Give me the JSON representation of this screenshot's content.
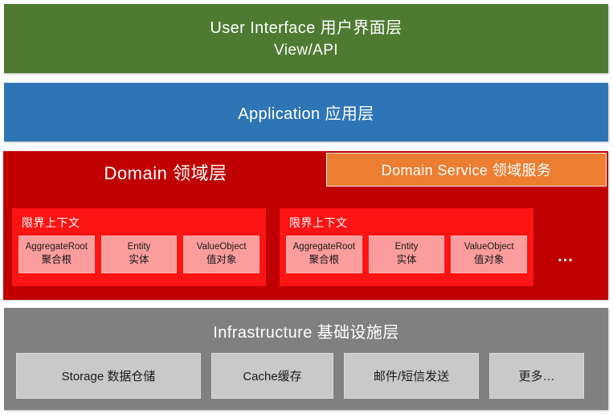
{
  "diagram": {
    "title": "DDD Layered Architecture",
    "colors": {
      "ui_layer": "#4e7b31",
      "application_layer": "#2e75b6",
      "domain_layer": "#c00000",
      "domain_service": "#ed7d31",
      "bounded_context": "#ff1414",
      "building_block_card": "#fb9d9d",
      "infrastructure_layer": "#808080",
      "infrastructure_card": "#c9c9c9",
      "background": "#ffffff"
    }
  },
  "ui_layer": {
    "line1": "User Interface 用户界面层",
    "line2": "View/API"
  },
  "application_layer": {
    "title": "Application  应用层"
  },
  "domain_layer": {
    "title": "Domain 领域层",
    "service_box": "Domain Service 领域服务",
    "ellipsis": "...",
    "bounded_contexts": [
      {
        "title": "限界上下文",
        "cards": [
          {
            "en": "AggregateRoot",
            "cn": "聚合根"
          },
          {
            "en": "Entity",
            "cn": "实体"
          },
          {
            "en": "ValueObject",
            "cn": "值对象"
          }
        ]
      },
      {
        "title": "限界上下文",
        "cards": [
          {
            "en": "AggregateRoot",
            "cn": "聚合根"
          },
          {
            "en": "Entity",
            "cn": "实体"
          },
          {
            "en": "ValueObject",
            "cn": "值对象"
          }
        ]
      }
    ]
  },
  "infrastructure_layer": {
    "title": "Infrastructure  基础设施层",
    "cards": [
      "Storage 数据仓储",
      "Cache缓存",
      "邮件/短信发送",
      "更多…"
    ]
  }
}
